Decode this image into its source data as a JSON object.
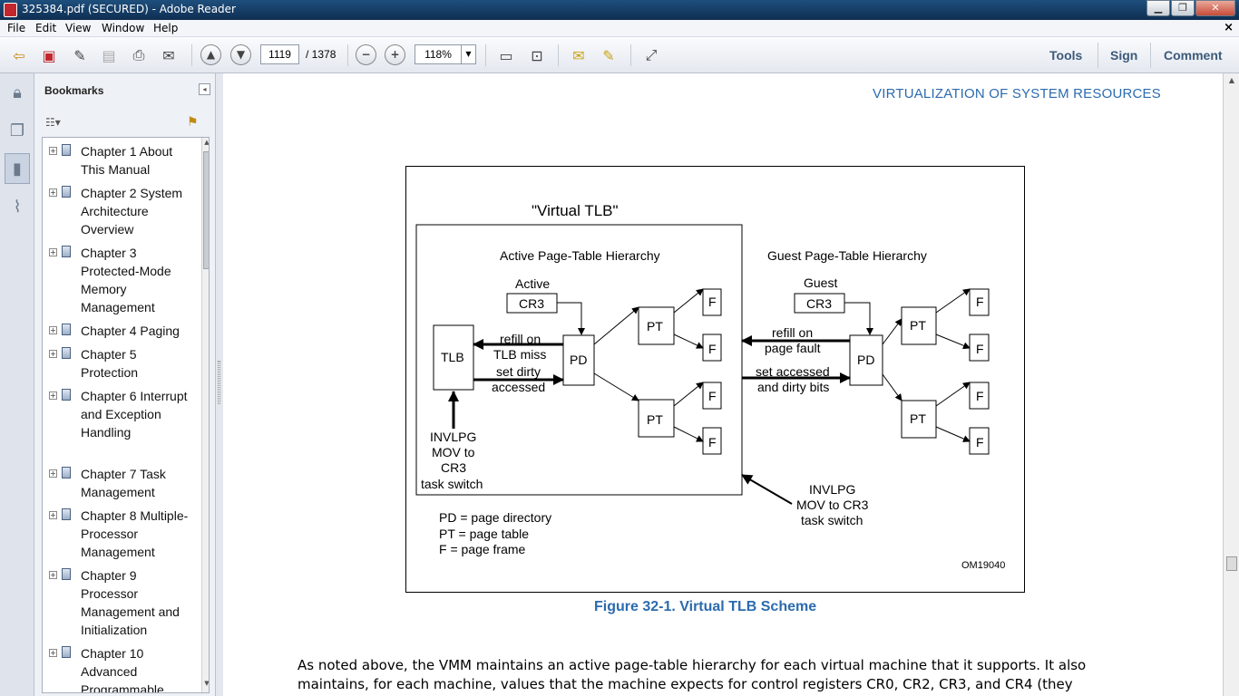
{
  "window": {
    "title": "325384.pdf (SECURED) - Adobe Reader",
    "minimize": "▁",
    "restore": "❐",
    "close": "✕"
  },
  "menu": [
    "File",
    "Edit",
    "View",
    "Window",
    "Help"
  ],
  "menu_close": "×",
  "toolbar": {
    "current_page": "1119",
    "total_pages": "/ 1378",
    "zoom": "118%",
    "tools": "Tools",
    "sign": "Sign",
    "comment": "Comment"
  },
  "bookmarks": {
    "header": "Bookmarks",
    "items": [
      {
        "label": "Chapter 1 About This Manual"
      },
      {
        "label": "Chapter 2 System Architecture Overview"
      },
      {
        "label": "Chapter 3 Protected-Mode Memory Management"
      },
      {
        "label": "Chapter 4 Paging"
      },
      {
        "label": "Chapter 5 Protection"
      },
      {
        "label": "Chapter 6 Interrupt and Exception Handling"
      },
      {
        "label": "Chapter 7 Task Management"
      },
      {
        "label": "Chapter 8 Multiple-Processor Management"
      },
      {
        "label": "Chapter 9 Processor Management and Initialization"
      },
      {
        "label": "Chapter 10 Advanced Programmable"
      }
    ]
  },
  "document": {
    "running_head": "VIRTUALIZATION OF SYSTEM RESOURCES",
    "figure": {
      "virtual_tlb": "\"Virtual TLB\"",
      "active_hierarchy": "Active Page-Table Hierarchy",
      "guest_hierarchy": "Guest Page-Table Hierarchy",
      "active": "Active",
      "guest": "Guest",
      "cr3": "CR3",
      "tlb": "TLB",
      "pd": "PD",
      "pt": "PT",
      "f": "F",
      "refill_on": "refill on",
      "tlb_miss": "TLB miss",
      "set_dirty": "set dirty",
      "accessed": "accessed",
      "page_fault": "page fault",
      "set_accessed": "set accessed",
      "and_dirty_bits": "and dirty bits",
      "invlpg": "INVLPG",
      "mov_to": "MOV to",
      "mov_to_cr3": "MOV to CR3",
      "task_switch": "task switch",
      "legend_pd": "PD = page directory",
      "legend_pt": "PT = page table",
      "legend_f": "F = page frame",
      "figure_id": "OM19040"
    },
    "caption": "Figure 32-1.  Virtual TLB Scheme",
    "body_line1": "As noted above, the VMM maintains an active page-table hierarchy for each virtual machine that it supports. It also",
    "body_line2": "maintains, for each machine, values that the machine expects for control registers CR0, CR2, CR3, and CR4 (they"
  }
}
